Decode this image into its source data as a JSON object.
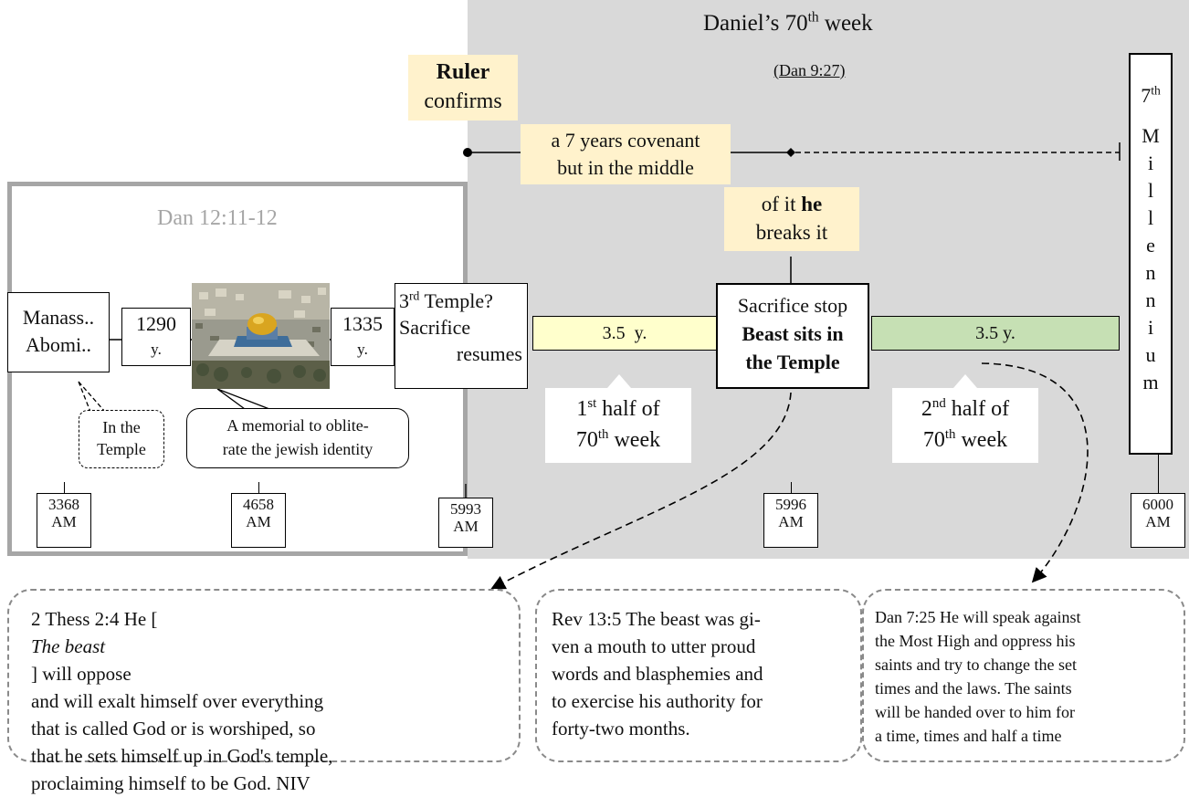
{
  "header": {
    "title_main": "Daniel’s 70",
    "title_sup": "th",
    "title_tail": " week",
    "reference": "(Dan 9:27)"
  },
  "ruler": {
    "line1": "Ruler",
    "line2": "confirms"
  },
  "covenant": {
    "line1": "a 7 years covenant",
    "line2": "but in the middle"
  },
  "breaks": {
    "line1_prefix": "of it ",
    "line1_bold": "he",
    "line2": "breaks it"
  },
  "dan12": {
    "label": "Dan 12:11-12"
  },
  "manasseh": {
    "line1": "Manass..",
    "line2": "Abomi.."
  },
  "period1290": {
    "value": "1290",
    "unit": "y."
  },
  "period1335": {
    "value": "1335",
    "unit": "y."
  },
  "temple": {
    "line1_num": "3",
    "line1_sup": "rd",
    "line1_tail": " Temple?",
    "line2": "Sacrifice",
    "line3": "resumes"
  },
  "bar_first": {
    "label": "3.5  y."
  },
  "bar_second": {
    "label": "3.5 y."
  },
  "sacrifice_stop": {
    "line1": "Sacrifice stop",
    "line2": "Beast sits in",
    "line3": "the Temple"
  },
  "millennium": {
    "num": "7",
    "sup": "th",
    "letters": [
      "M",
      "i",
      "l",
      "l",
      "e",
      "n",
      "n",
      "i",
      "u",
      "m"
    ]
  },
  "half1": {
    "num": "1",
    "sup": "st",
    "tail": " half of",
    "line2_num": "70",
    "line2_sup": "th",
    "line2_tail": " week"
  },
  "half2": {
    "num": "2",
    "sup": "nd",
    "tail": " half of",
    "line2_num": "70",
    "line2_sup": "th",
    "line2_tail": " week"
  },
  "callout_temple": {
    "line1": "In the",
    "line2": "Temple"
  },
  "callout_memorial": {
    "line1": "A memorial to oblite-",
    "line2": "rate the jewish identity"
  },
  "years": [
    {
      "value": "3368",
      "unit": "AM"
    },
    {
      "value": "4658",
      "unit": "AM"
    },
    {
      "value": "5993",
      "unit": "AM"
    },
    {
      "value": "5996",
      "unit": "AM"
    },
    {
      "value": "6000",
      "unit": "AM"
    }
  ],
  "quotes": {
    "thess": {
      "pre": "2 Thess 2:4 He [",
      "italic": "The beast",
      "post": "] will oppose",
      "lines": [
        "and will exalt himself over everything",
        "that is called God or is worshiped, so",
        "that he sets himself up in God's temple,",
        "proclaiming himself to be God. NIV"
      ]
    },
    "rev": {
      "lines": [
        "Rev 13:5 The beast was gi-",
        "ven a mouth to utter proud",
        "words and blasphemies and",
        "to exercise his authority for",
        "forty-two months."
      ]
    },
    "dan725": {
      "lines": [
        "Dan 7:25 He will speak against",
        "the Most High and oppress his",
        "saints and try to change the set",
        "times and the laws. The saints",
        "will be handed over to him for",
        "a time, times and half a time"
      ]
    }
  },
  "colors": {
    "grey_region": "#d9d9d9",
    "frame": "#a6a6a6",
    "yellow_box": "#fff2cc",
    "bar_first": "#ffffcc",
    "bar_second": "#c6e0b4"
  }
}
